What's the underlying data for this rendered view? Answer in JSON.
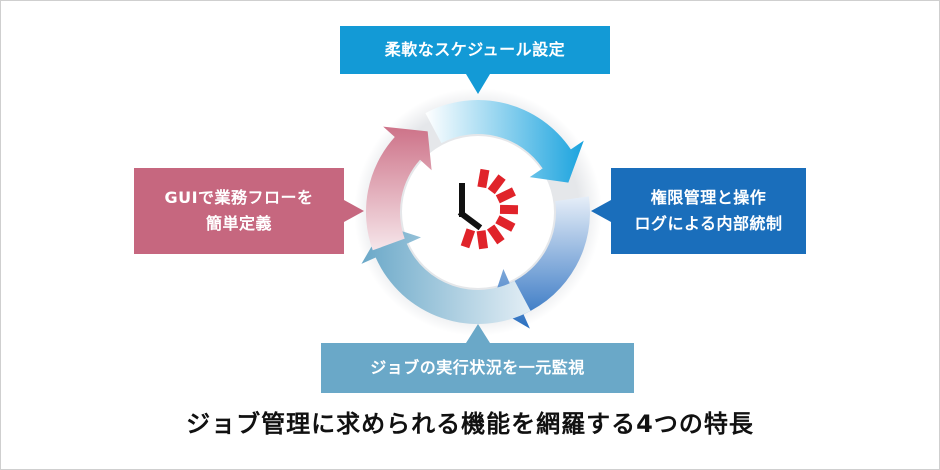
{
  "features": {
    "top": "柔軟なスケジュール設定",
    "left_line1": "GUIで業務フローを",
    "left_line2": "簡単定義",
    "right_line1": "権限管理と操作",
    "right_line2": "ログによる内部統制",
    "bottom": "ジョブの実行状況を一元監視"
  },
  "caption": "ジョブ管理に求められる機能を網羅する4つの特長",
  "colors": {
    "top_box": "#139ad6",
    "left_box": "#c6677f",
    "right_box": "#1a6ebb",
    "bottom_box": "#6aa8c8",
    "clock_accent": "#e0232a"
  },
  "icons": [
    "clock-icon"
  ]
}
